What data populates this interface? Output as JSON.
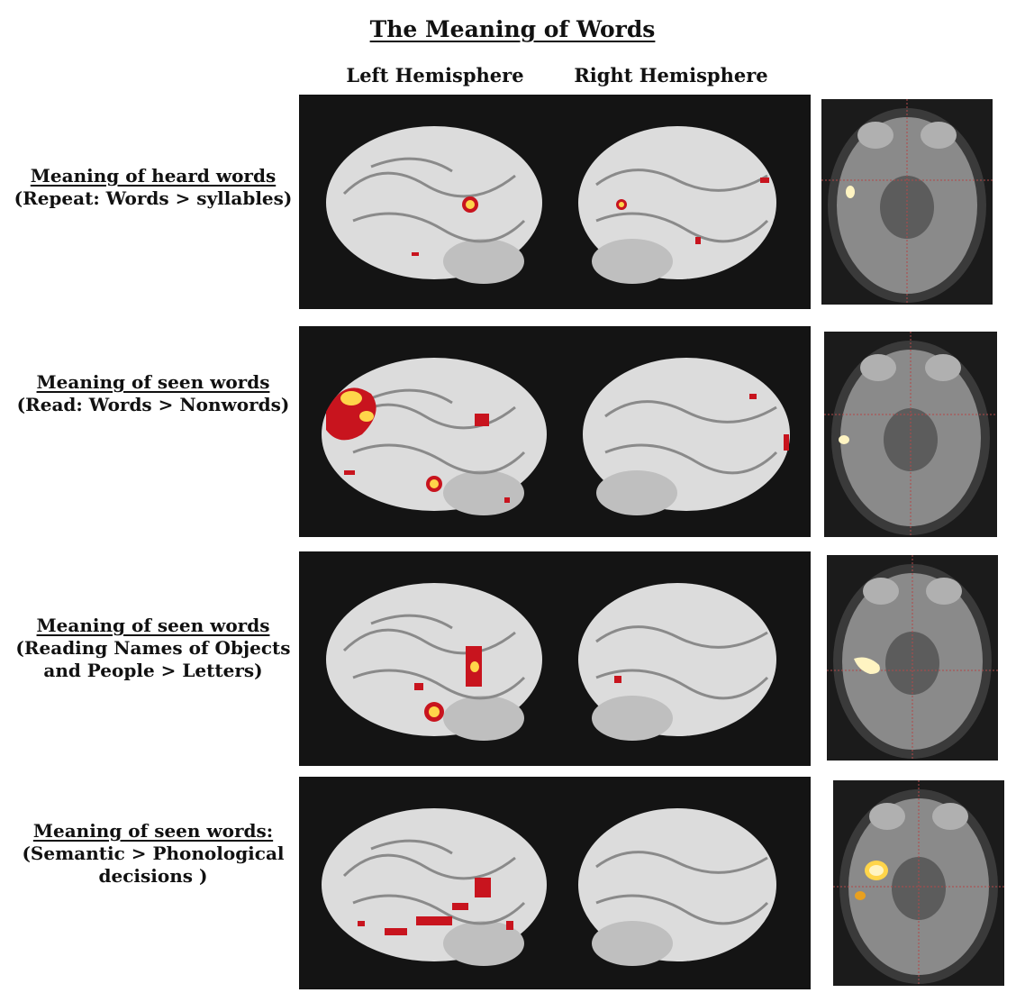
{
  "figure": {
    "title": "The Meaning of Words",
    "columns": {
      "left": "Left Hemisphere",
      "right": "Right Hemisphere"
    },
    "rows": [
      {
        "heading": "Meaning of heard words",
        "lines": [
          "(Repeat: Words > syllables)"
        ]
      },
      {
        "heading": "Meaning of seen words",
        "lines": [
          "(Read: Words > Nonwords)"
        ]
      },
      {
        "heading": "Meaning of seen words",
        "lines": [
          "(Reading Names of Objects",
          "and People > Letters)"
        ]
      },
      {
        "heading": "Meaning of seen words:",
        "lines": [
          "(Semantic > Phonological",
          "decisions )"
        ]
      }
    ]
  },
  "colors": {
    "panel_bg": "#141414",
    "brain": "#dedede",
    "activation_core": "#ffd54a",
    "activation_edge": "#c8141e"
  }
}
